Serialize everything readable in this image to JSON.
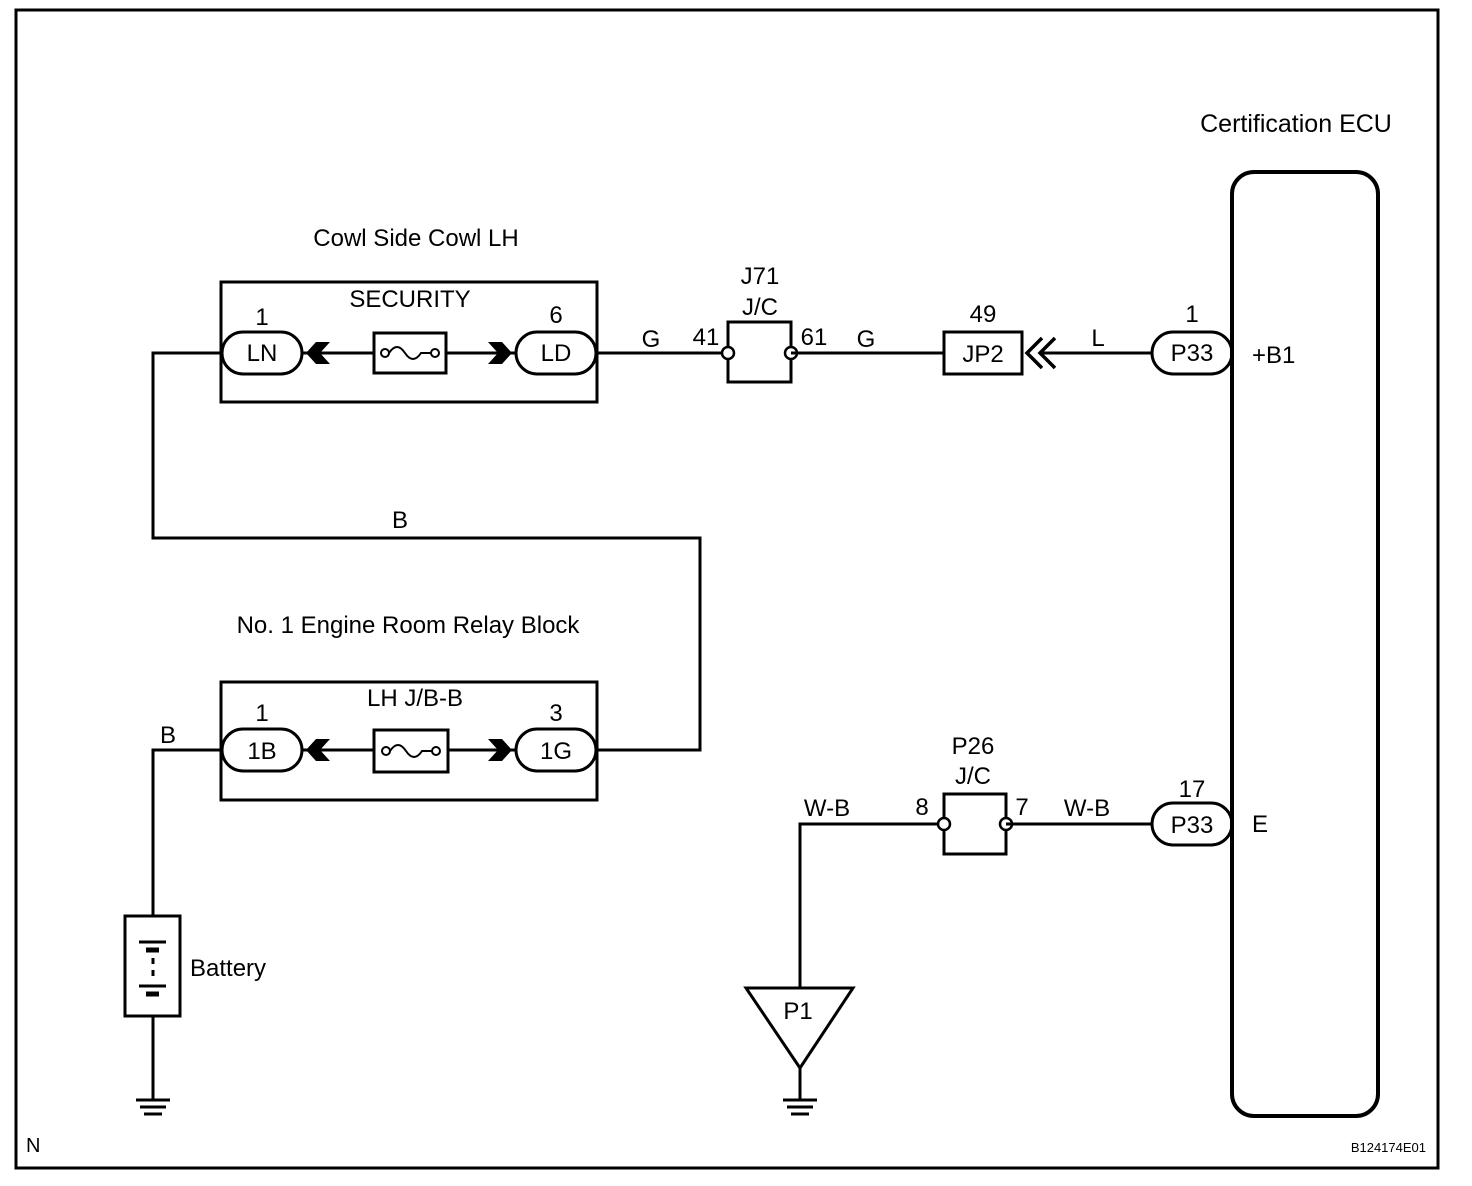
{
  "diagram": {
    "ecu_title": "Certification ECU",
    "ecu_terminals": {
      "b1": "+B1",
      "e": "E"
    },
    "cowl": {
      "title": "Cowl Side Cowl LH",
      "fuse_name": "SECURITY",
      "left": {
        "pin": "1",
        "name": "LN"
      },
      "right": {
        "pin": "6",
        "name": "LD"
      }
    },
    "relay": {
      "title": "No. 1 Engine Room Relay Block",
      "fuse_name": "LH J/B-B",
      "left": {
        "pin": "1",
        "name": "1B"
      },
      "right": {
        "pin": "3",
        "name": "1G"
      }
    },
    "j71": {
      "name": "J71",
      "type": "J/C",
      "pin_in": "41",
      "pin_out": "61"
    },
    "p26": {
      "name": "P26",
      "type": "J/C",
      "pin_in": "8",
      "pin_out": "7"
    },
    "jp2": {
      "name": "JP2",
      "pin": "49"
    },
    "p33_top": {
      "name": "P33",
      "pin": "1"
    },
    "p33_bottom": {
      "name": "P33",
      "pin": "17"
    },
    "ground_p1": "P1",
    "battery": "Battery",
    "wires": {
      "g1": "G",
      "g2": "G",
      "l": "L",
      "b_mid": "B",
      "b_left": "B",
      "wb1": "W-B",
      "wb2": "W-B"
    },
    "corner_n": "N",
    "figure_id": "B124174E01"
  }
}
